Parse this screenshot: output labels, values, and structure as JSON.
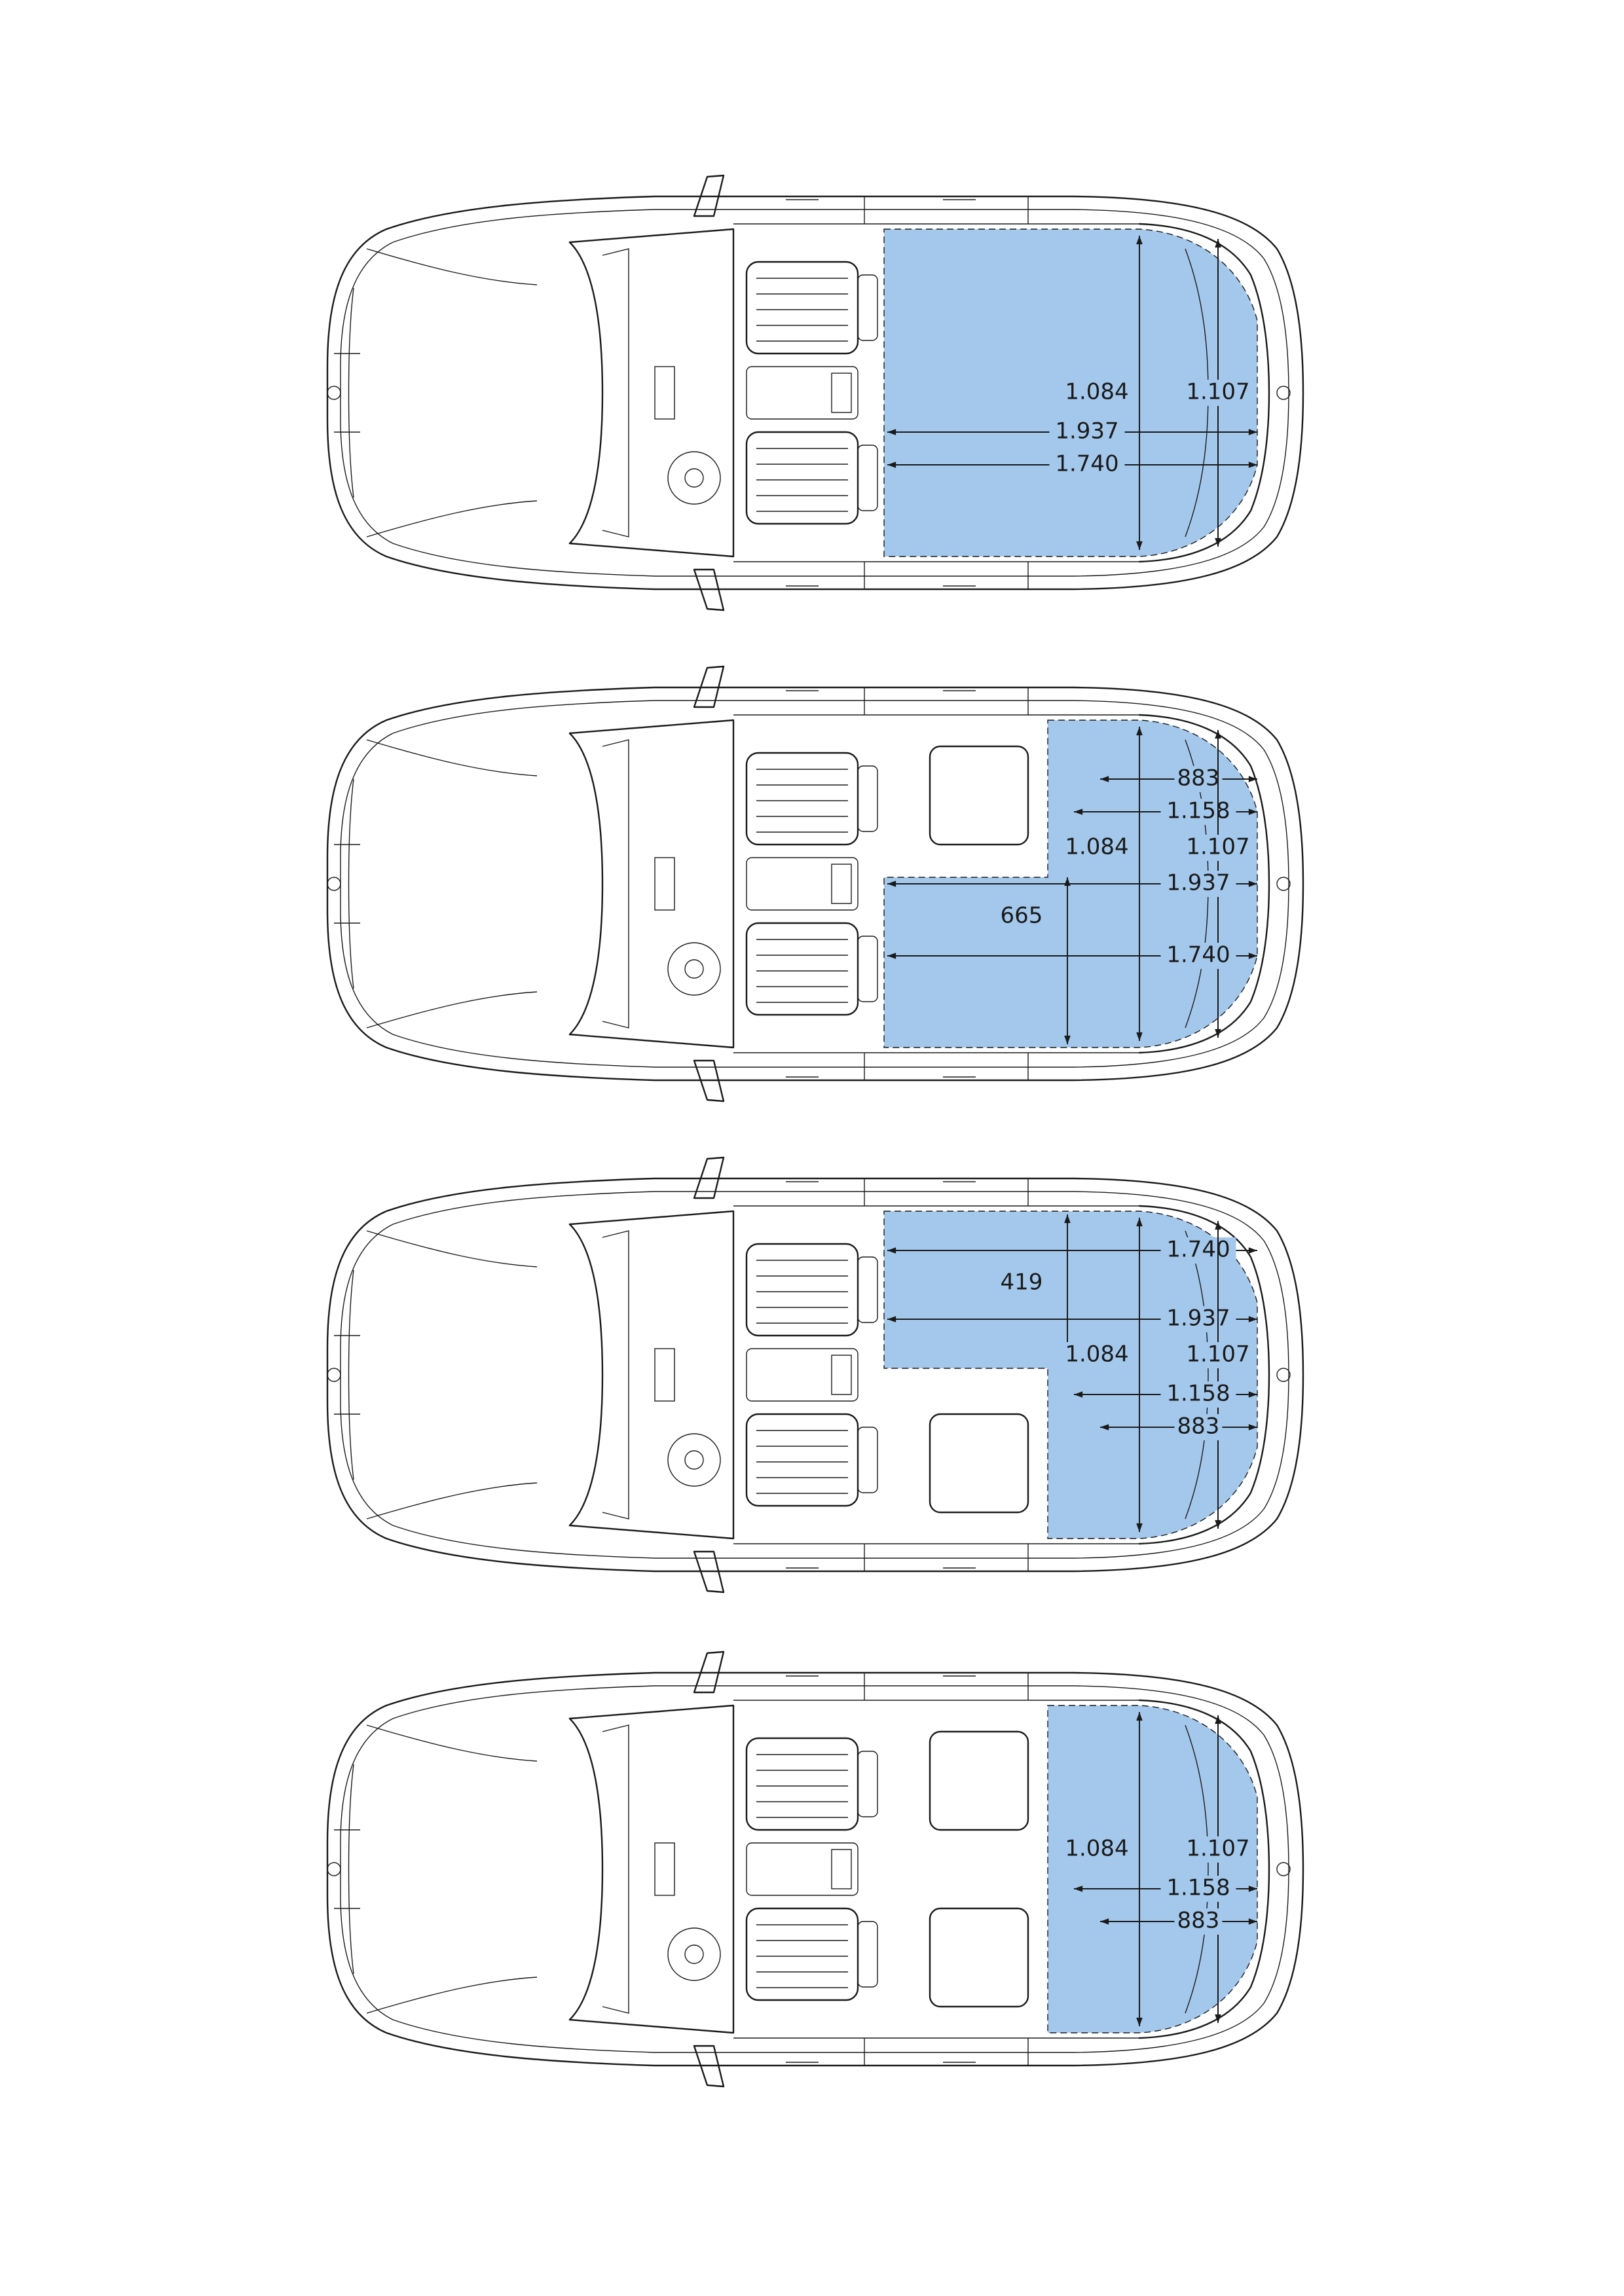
{
  "colors": {
    "cargo_fill": "#a4c8ec",
    "line": "#1a1a1a",
    "background": "#ffffff"
  },
  "diagrams": [
    {
      "layout": "all-rear-seats-folded",
      "labels": {
        "height_front": "1.084",
        "height_rear": "1.107",
        "len_long": "1.937",
        "len_short": "1.740"
      }
    },
    {
      "layout": "left-rear-folded",
      "labels": {
        "len_883": "883",
        "len_1158": "1.158",
        "height_front": "1.084",
        "height_rear": "1.107",
        "len_long": "1.937",
        "width_665": "665",
        "len_short": "1.740"
      }
    },
    {
      "layout": "right-rear-folded",
      "labels": {
        "len_short": "1.740",
        "width_419": "419",
        "len_long": "1.937",
        "height_front": "1.084",
        "height_rear": "1.107",
        "len_1158": "1.158",
        "len_883": "883"
      }
    },
    {
      "layout": "no-seats-folded",
      "labels": {
        "height_front": "1.084",
        "height_rear": "1.107",
        "len_1158": "1.158",
        "len_883": "883"
      }
    }
  ]
}
